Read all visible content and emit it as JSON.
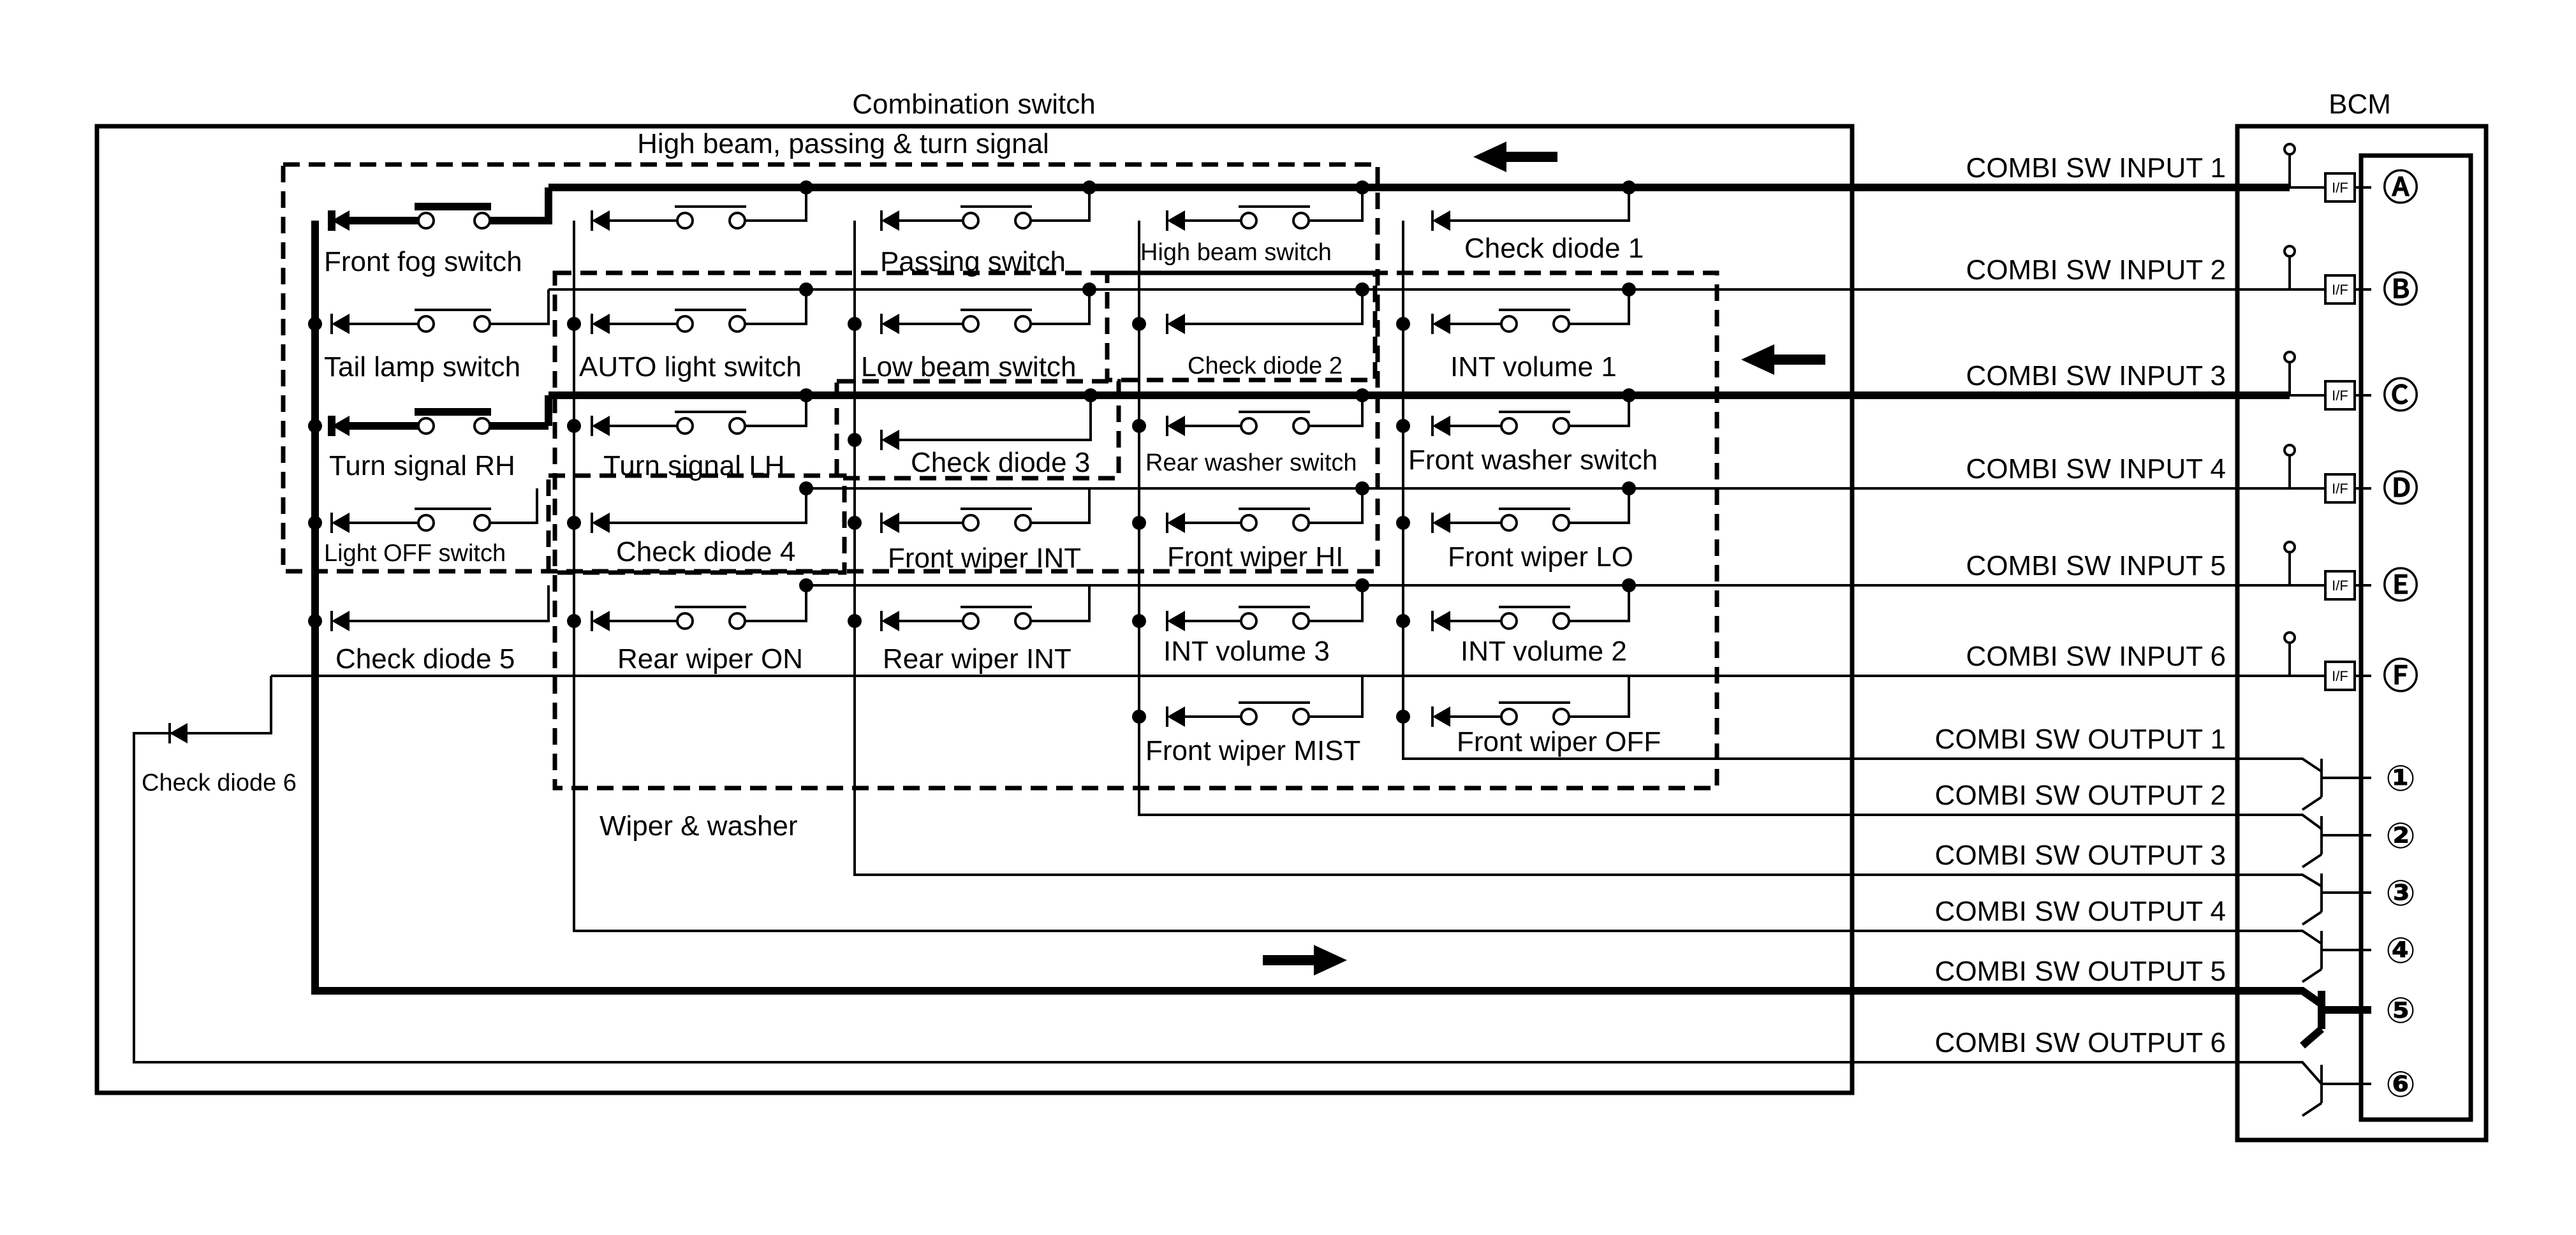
{
  "titles": {
    "combination_switch": "Combination switch",
    "bcm": "BCM",
    "high_beam_group": "High beam, passing & turn signal",
    "wiper_group": "Wiper & washer"
  },
  "components": {
    "front_fog_switch": "Front fog switch",
    "tail_lamp_switch": "Tail lamp switch",
    "turn_signal_rh": "Turn signal RH",
    "light_off_switch": "Light OFF switch",
    "check_diode_5": "Check diode 5",
    "auto_light_switch": "AUTO light switch",
    "turn_signal_lh": "Turn signal LH",
    "check_diode_4": "Check diode 4",
    "rear_wiper_on": "Rear wiper ON",
    "passing_switch": "Passing switch",
    "low_beam_switch": "Low beam switch",
    "check_diode_3": "Check diode 3",
    "front_wiper_int": "Front wiper INT",
    "rear_wiper_int": "Rear wiper INT",
    "high_beam_switch": "High beam switch",
    "check_diode_2": "Check diode 2",
    "rear_washer_switch": "Rear washer switch",
    "front_wiper_hi": "Front wiper HI",
    "int_volume_3": "INT volume 3",
    "front_wiper_mist": "Front wiper MIST",
    "check_diode_1": "Check diode 1",
    "int_volume_1": "INT volume 1",
    "front_washer_switch": "Front washer switch",
    "front_wiper_lo": "Front wiper LO",
    "int_volume_2": "INT volume 2",
    "front_wiper_off": "Front wiper OFF",
    "check_diode_6": "Check diode 6"
  },
  "inputs": [
    {
      "label": "COMBI SW INPUT 1",
      "terminal": "Ⓐ"
    },
    {
      "label": "COMBI SW INPUT 2",
      "terminal": "Ⓑ"
    },
    {
      "label": "COMBI SW INPUT 3",
      "terminal": "Ⓒ"
    },
    {
      "label": "COMBI SW INPUT 4",
      "terminal": "Ⓓ"
    },
    {
      "label": "COMBI SW INPUT 5",
      "terminal": "Ⓔ"
    },
    {
      "label": "COMBI SW INPUT 6",
      "terminal": "Ⓕ"
    }
  ],
  "outputs": [
    {
      "label": "COMBI SW OUTPUT 1",
      "terminal": "①"
    },
    {
      "label": "COMBI SW OUTPUT 2",
      "terminal": "②"
    },
    {
      "label": "COMBI SW OUTPUT 3",
      "terminal": "③"
    },
    {
      "label": "COMBI SW OUTPUT 4",
      "terminal": "④"
    },
    {
      "label": "COMBI SW OUTPUT 5",
      "terminal": "⑤"
    },
    {
      "label": "COMBI SW OUTPUT 6",
      "terminal": "⑥"
    }
  ],
  "interface_label": "I/F"
}
